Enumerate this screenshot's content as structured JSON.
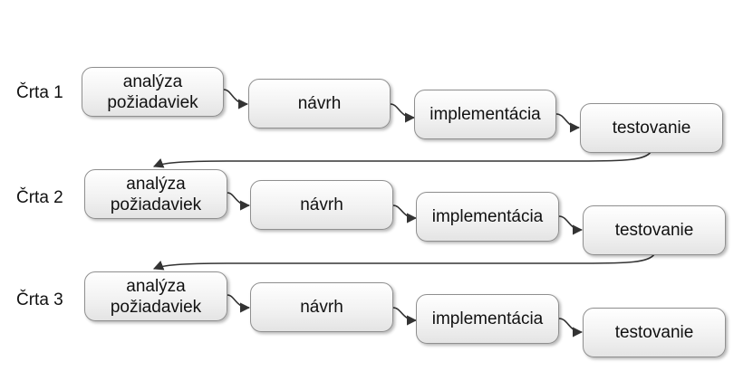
{
  "rows": [
    {
      "label": "Črta 1",
      "phases": {
        "analysis": [
          "analýza",
          "požiadaviek"
        ],
        "design": "návrh",
        "implementation": "implementácia",
        "testing": "testovanie"
      }
    },
    {
      "label": "Črta 2",
      "phases": {
        "analysis": [
          "analýza",
          "požiadaviek"
        ],
        "design": "návrh",
        "implementation": "implementácia",
        "testing": "testovanie"
      }
    },
    {
      "label": "Črta 3",
      "phases": {
        "analysis": [
          "analýza",
          "požiadaviek"
        ],
        "design": "návrh",
        "implementation": "implementácia",
        "testing": "testovanie"
      }
    }
  ],
  "colors": {
    "box_border": "#8f8f8f",
    "arrow": "#333333",
    "text": "#111111"
  }
}
